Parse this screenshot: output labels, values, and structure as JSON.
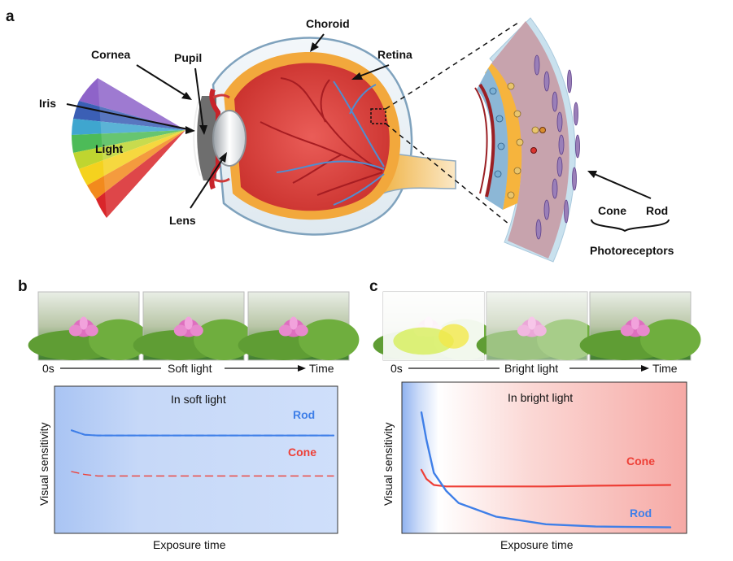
{
  "panels": {
    "a": "a",
    "b": "b",
    "c": "c"
  },
  "eye": {
    "light": "Light",
    "iris": "Iris",
    "cornea": "Cornea",
    "pupil": "Pupil",
    "lens": "Lens",
    "choroid": "Choroid",
    "retina": "Retina",
    "cone": "Cone",
    "rod": "Rod",
    "photoreceptors": "Photoreceptors"
  },
  "panel_b": {
    "time_start": "0s",
    "time_mid": "Soft light",
    "time_end": "Time",
    "photo_brightness": [
      0.3,
      0.3,
      0.3
    ]
  },
  "panel_c": {
    "time_start": "0s",
    "time_mid": "Bright light",
    "time_end": "Time",
    "photo_brightness": [
      1.0,
      0.6,
      0.3
    ]
  },
  "colors": {
    "rod": "#3f7fe8",
    "cone": "#ee3f36",
    "soft_bg": "#c9daf8",
    "bright_bg": "#f6a8a4"
  },
  "chart_data": [
    {
      "type": "line",
      "title": "In soft light",
      "xlabel": "Exposure time",
      "ylabel": "Visual sensitivity",
      "x": [
        0,
        0.05,
        0.1,
        0.2,
        0.4,
        0.6,
        0.8,
        1.0
      ],
      "ylim": [
        0,
        1
      ],
      "grid": false,
      "series": [
        {
          "name": "Rod",
          "values": [
            0.7,
            0.67,
            0.665,
            0.665,
            0.665,
            0.665,
            0.665,
            0.665
          ]
        },
        {
          "name": "Cone",
          "values": [
            0.42,
            0.4,
            0.39,
            0.39,
            0.39,
            0.39,
            0.39,
            0.39
          ]
        }
      ],
      "label_positions": {
        "Rod": "top-right",
        "Cone": "right"
      }
    },
    {
      "type": "line",
      "title": "In bright light",
      "xlabel": "Exposure time",
      "ylabel": "Visual sensitivity",
      "x": [
        0,
        0.02,
        0.05,
        0.1,
        0.15,
        0.3,
        0.5,
        0.7,
        1.0
      ],
      "ylim": [
        0,
        1
      ],
      "grid": false,
      "series": [
        {
          "name": "Cone",
          "values": [
            0.42,
            0.36,
            0.32,
            0.31,
            0.31,
            0.31,
            0.31,
            0.315,
            0.32
          ]
        },
        {
          "name": "Rod",
          "values": [
            0.8,
            0.62,
            0.4,
            0.28,
            0.2,
            0.11,
            0.06,
            0.045,
            0.04
          ]
        }
      ],
      "label_positions": {
        "Cone": "right",
        "Rod": "bottom-right"
      }
    }
  ]
}
